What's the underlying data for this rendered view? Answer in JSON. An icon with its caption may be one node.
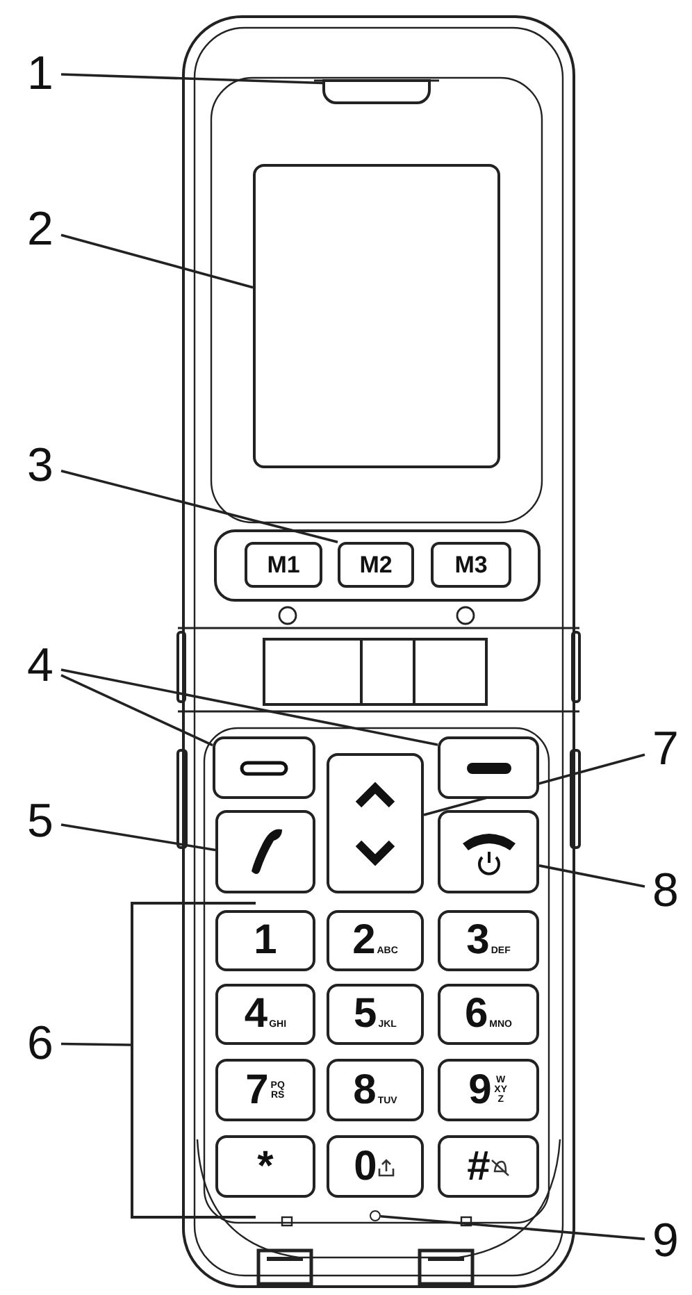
{
  "diagram": {
    "nodes": [
      {
        "text": [
          "1"
        ]
      },
      {
        "text": [],
        "shape": "bar"
      },
      {
        "text": [
          "2"
        ]
      },
      {
        "text": [],
        "shape": "box"
      },
      {
        "text": [
          "3"
        ]
      },
      {
        "text": [
          "M1"
        ]
      },
      {
        "text": [
          "M2"
        ]
      },
      {
        "text": [
          "M3"
        ]
      },
      {
        "text": [
          "4"
        ]
      },
      {
        "text": [],
        "shape": "box"
      },
      {
        "text": [],
        "shape": "box"
      },
      {
        "text": [
          "7"
        ]
      },
      {
        "text": [],
        "shape": "box"
      },
      {
        "text": [
          "5"
        ]
      },
      {
        "text": [],
        "shape": "box"
      },
      {
        "text": [],
        "shape": "box"
      },
      {
        "text": [
          "8"
        ]
      },
      {
        "text": [
          "6"
        ]
      },
      {
        "text": [
          "1"
        ]
      },
      {
        "text": [
          "2",
          "ABC"
        ]
      },
      {
        "text": [
          "3",
          "DEF"
        ]
      },
      {
        "text": [
          "4",
          "GHI"
        ]
      },
      {
        "text": [
          "5",
          "JKL"
        ]
      },
      {
        "text": [
          "6",
          "MNO"
        ]
      },
      {
        "text": [
          "7",
          "PQRS"
        ]
      },
      {
        "text": [
          "8",
          "TUV"
        ]
      },
      {
        "text": [
          "9",
          "WXYZ"
        ]
      },
      {
        "text": [
          "*"
        ]
      },
      {
        "text": [
          "0"
        ]
      },
      {
        "text": [
          "#"
        ]
      },
      {
        "text": [],
        "shape": "circle"
      },
      {
        "text": [
          "9"
        ]
      },
      {
        "text": [],
        "shape": "bracket"
      }
    ],
    "edges": [
      {
        "from": 0,
        "to": 1,
        "arrow": "none"
      },
      {
        "from": 2,
        "to": 3,
        "arrow": "none"
      },
      {
        "from": 4,
        "to": 6,
        "arrow": "none"
      },
      {
        "from": 8,
        "to": 9,
        "arrow": "none"
      },
      {
        "from": 8,
        "to": 10,
        "arrow": "none"
      },
      {
        "from": 11,
        "to": 12,
        "arrow": "none"
      },
      {
        "from": 13,
        "to": 14,
        "arrow": "none"
      },
      {
        "from": 16,
        "to": 15,
        "arrow": "none"
      },
      {
        "from": 17,
        "to": 32,
        "arrow": "none"
      },
      {
        "from": 31,
        "to": 30,
        "arrow": "none"
      }
    ]
  }
}
